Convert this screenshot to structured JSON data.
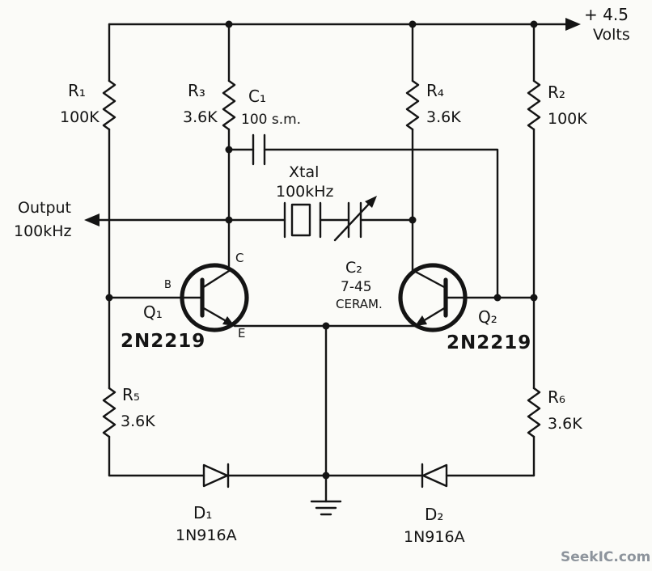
{
  "supply": {
    "line1": "+ 4.5",
    "line2": "Volts"
  },
  "output": {
    "line1": "Output",
    "line2": "100kHz"
  },
  "components": {
    "r1": {
      "name": "R₁",
      "value": "100K"
    },
    "r2": {
      "name": "R₂",
      "value": "100K"
    },
    "r3": {
      "name": "R₃",
      "value": "3.6K"
    },
    "r4": {
      "name": "R₄",
      "value": "3.6K"
    },
    "r5": {
      "name": "R₅",
      "value": "3.6K"
    },
    "r6": {
      "name": "R₆",
      "value": "3.6K"
    },
    "c1": {
      "name": "C₁",
      "value": "100 s.m."
    },
    "c2": {
      "name": "C₂",
      "value": "7-45",
      "kind": "CERAM."
    },
    "xtal": {
      "name": "Xtal",
      "value": "100kHz"
    },
    "q1": {
      "name": "Q₁",
      "part": "2N2219",
      "pin_b": "B",
      "pin_c": "C",
      "pin_e": "E"
    },
    "q2": {
      "name": "Q₂",
      "part": "2N2219"
    },
    "d1": {
      "name": "D₁",
      "part": "1N916A"
    },
    "d2": {
      "name": "D₂",
      "part": "1N916A"
    }
  },
  "watermark": "SeekIC.com"
}
